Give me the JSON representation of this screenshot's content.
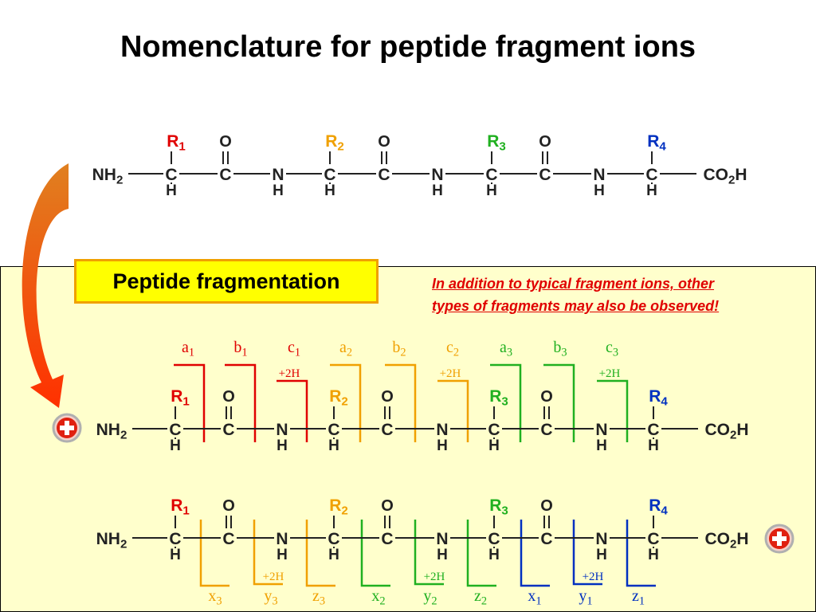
{
  "title": "Nomenclature for peptide fragment ions",
  "section_label": "Peptide fragmentation",
  "note_line1": "In addition to typical fragment ions, other",
  "note_line2": "types of fragments may also be observed!",
  "chain": {
    "n_term": "NH",
    "n_term_sub": "2",
    "c_term": "CO",
    "c_term_sub": "2",
    "c_term_end": "H",
    "carbon": "C",
    "nitrogen": "N",
    "hydrogen": "H",
    "oxygen": "O",
    "residues": [
      {
        "label": "R",
        "sub": "1",
        "color": "#e00000"
      },
      {
        "label": "R",
        "sub": "2",
        "color": "#f0a000"
      },
      {
        "label": "R",
        "sub": "3",
        "color": "#20b020"
      },
      {
        "label": "R",
        "sub": "4",
        "color": "#0030c0"
      }
    ]
  },
  "n_terminal_ions": [
    {
      "label": "a",
      "sub": "1",
      "color": "#e00000"
    },
    {
      "label": "b",
      "sub": "1",
      "color": "#e00000"
    },
    {
      "label": "c",
      "sub": "1",
      "color": "#e00000",
      "extra": "+2H"
    },
    {
      "label": "a",
      "sub": "2",
      "color": "#f0a000"
    },
    {
      "label": "b",
      "sub": "2",
      "color": "#f0a000"
    },
    {
      "label": "c",
      "sub": "2",
      "color": "#f0a000",
      "extra": "+2H"
    },
    {
      "label": "a",
      "sub": "3",
      "color": "#20b020"
    },
    {
      "label": "b",
      "sub": "3",
      "color": "#20b020"
    },
    {
      "label": "c",
      "sub": "3",
      "color": "#20b020",
      "extra": "+2H"
    }
  ],
  "c_terminal_ions": [
    {
      "label": "x",
      "sub": "3",
      "color": "#f0a000"
    },
    {
      "label": "y",
      "sub": "3",
      "color": "#f0a000",
      "extra": "+2H"
    },
    {
      "label": "z",
      "sub": "3",
      "color": "#f0a000"
    },
    {
      "label": "x",
      "sub": "2",
      "color": "#20b020"
    },
    {
      "label": "y",
      "sub": "2",
      "color": "#20b020",
      "extra": "+2H"
    },
    {
      "label": "z",
      "sub": "2",
      "color": "#20b020"
    },
    {
      "label": "x",
      "sub": "1",
      "color": "#0030c0"
    },
    {
      "label": "y",
      "sub": "1",
      "color": "#0030c0",
      "extra": "+2H"
    },
    {
      "label": "z",
      "sub": "1",
      "color": "#0030c0"
    }
  ],
  "charge_icon": "plus-circle-icon",
  "arrow_color": "#f05000"
}
